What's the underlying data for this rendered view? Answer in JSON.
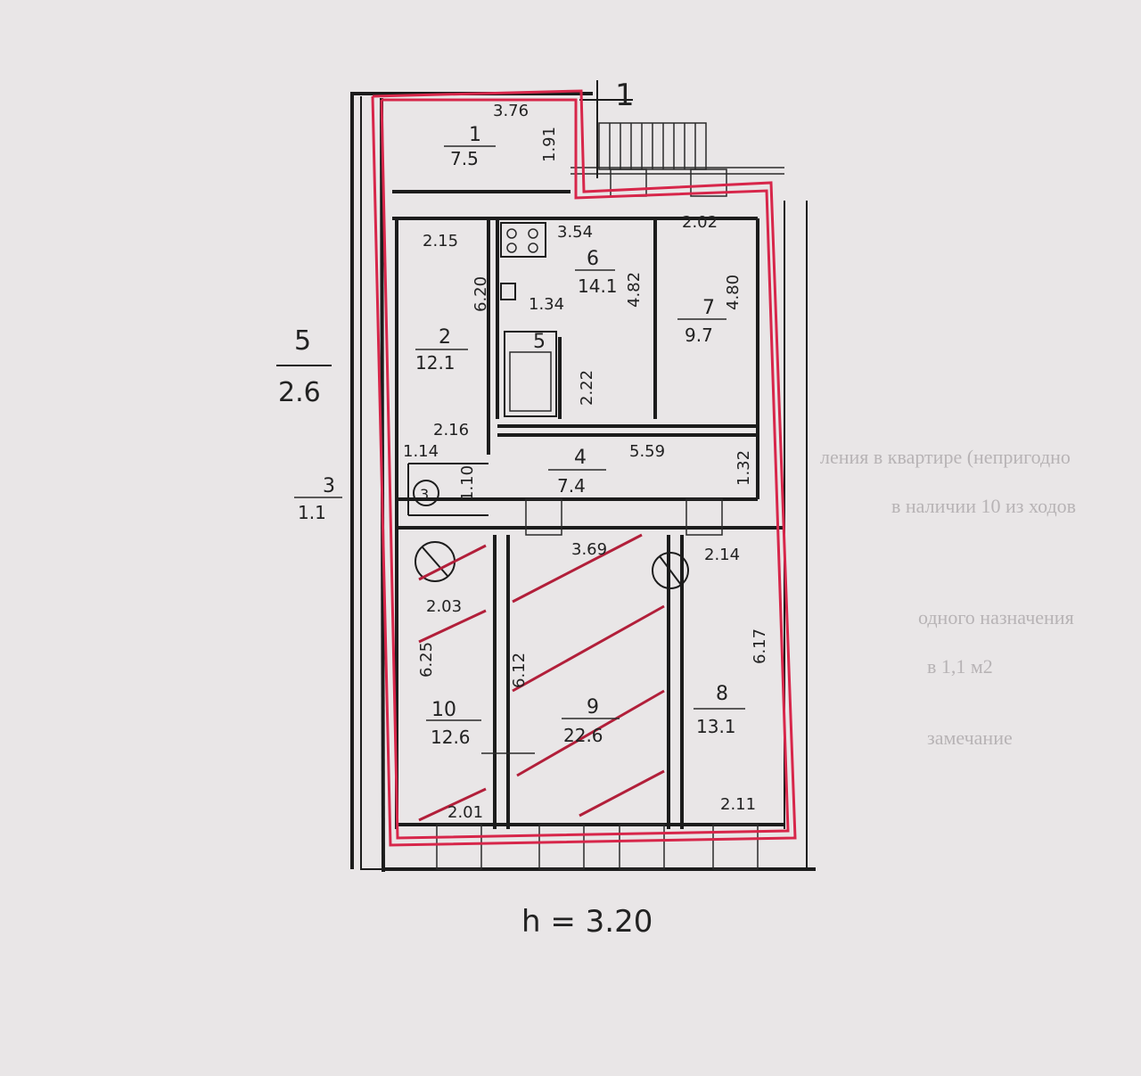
{
  "outside_label": {
    "number": "5",
    "area": "2.6"
  },
  "rooms": [
    {
      "id": "r1",
      "number": "1",
      "area": "7.5",
      "dims": [
        "3.76",
        "1.91"
      ]
    },
    {
      "id": "r2",
      "number": "2",
      "area": "12.1",
      "dims": [
        "2.15",
        "6.20",
        "2.16"
      ]
    },
    {
      "id": "r3",
      "number": "3",
      "area": "1.1",
      "dims": [
        "1.14",
        "1.10"
      ]
    },
    {
      "id": "r4",
      "number": "4",
      "area": "7.4",
      "dims": [
        "5.59",
        "1.32"
      ]
    },
    {
      "id": "r5",
      "number": "5",
      "area": "",
      "dims": [
        "1.34",
        "2.22"
      ]
    },
    {
      "id": "r6",
      "number": "6",
      "area": "14.1",
      "dims": [
        "3.54",
        "4.82"
      ]
    },
    {
      "id": "r7",
      "number": "7",
      "area": "9.7",
      "dims": [
        "2.02",
        "4.80"
      ]
    },
    {
      "id": "r8",
      "number": "8",
      "area": "13.1",
      "dims": [
        "2.14",
        "6.17",
        "2.11"
      ]
    },
    {
      "id": "r9",
      "number": "9",
      "area": "22.6",
      "dims": [
        "3.69",
        "6.12"
      ]
    },
    {
      "id": "r10",
      "number": "10",
      "area": "12.6",
      "dims": [
        "2.03",
        "6.25",
        "2.01"
      ]
    }
  ],
  "ceiling_height": "h = 3.20",
  "section_mark": "1",
  "background_text": [
    "ления в квартире (непригодно",
    "в наличии 10 из ходов",
    "одного назначения",
    "в 1,1 м2",
    "замечание"
  ],
  "colors": {
    "boundary": "#d7264a",
    "hatch": "#b21f3a",
    "ink": "#1c1c1c"
  }
}
